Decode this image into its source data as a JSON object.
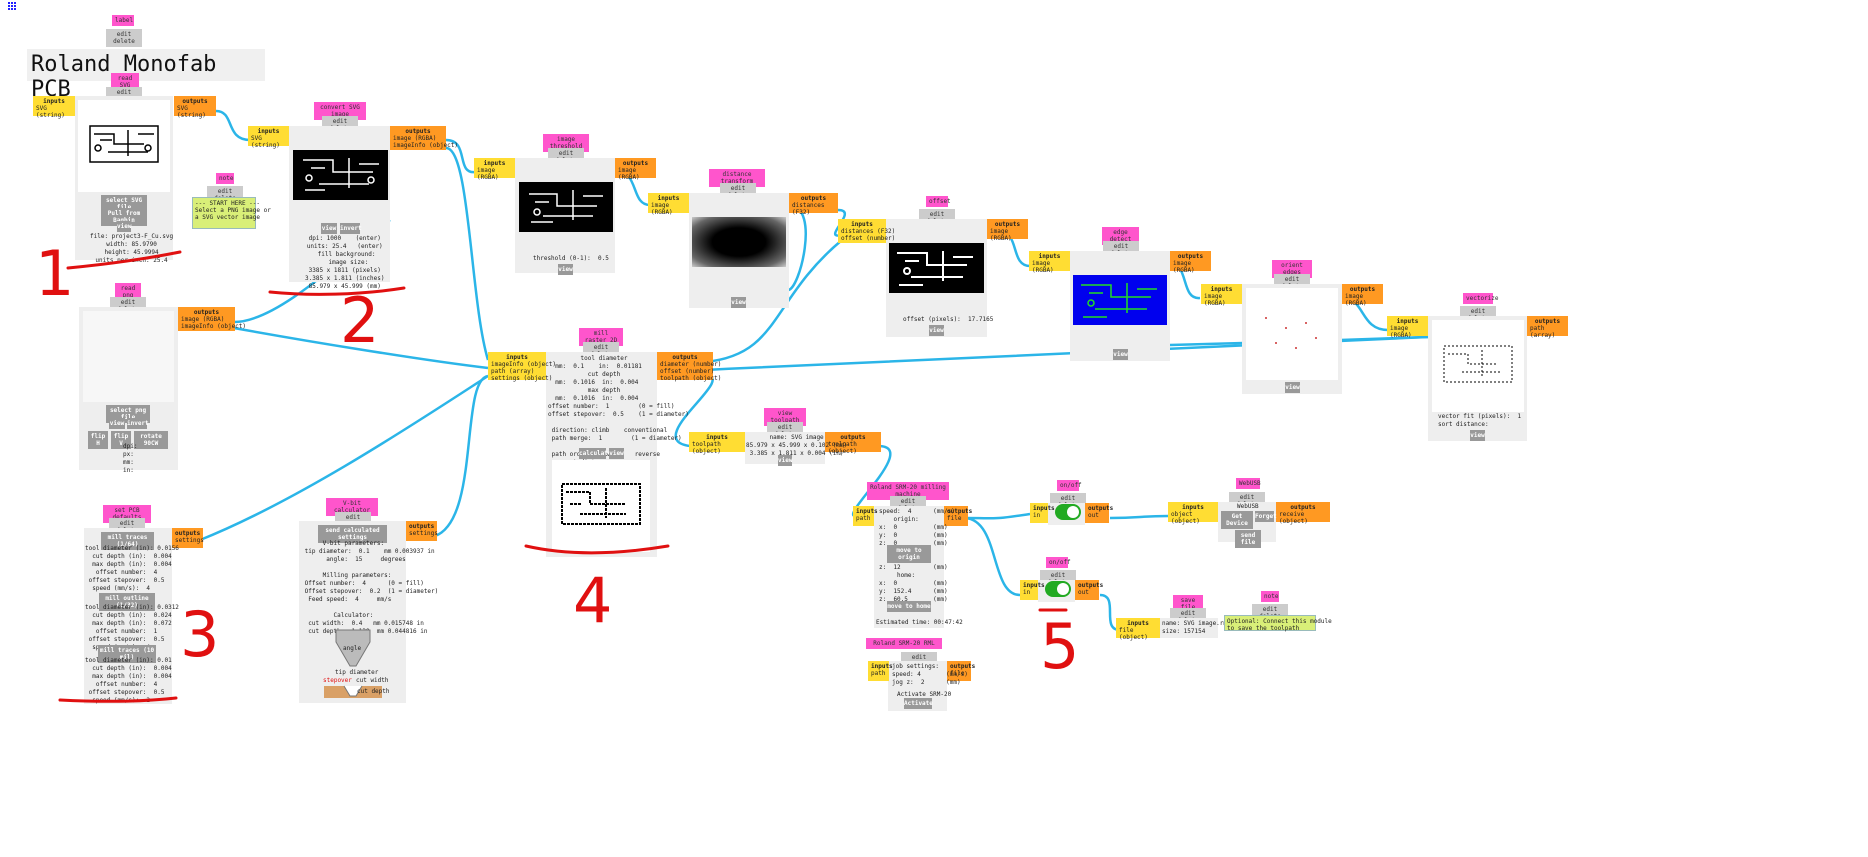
{
  "app": {
    "title": "Roland Monofab PCB"
  },
  "common": {
    "edit_delete": "edit delete",
    "inputs": "inputs",
    "outputs": "outputs"
  },
  "modules": {
    "label": {
      "tag": "label"
    },
    "read_svg": {
      "tag": "read SVG",
      "in": "SVG (string)",
      "out": "SVG (string)",
      "btn1": "select SVG file",
      "btn2": "Pull from Bagbin",
      "btn3": "view",
      "info": "file: project3-F_Cu.svg\nwidth: 85.9790\nheight: 45.9994\nunits per inch: 25.4"
    },
    "note1": {
      "tag": "note",
      "text": "--- START HERE ---\nSelect a PNG image or\na SVG vector image"
    },
    "convert_svg": {
      "tag": "convert SVG image",
      "in": "SVG (string)",
      "out": "image (RGBA)\nimageInfo (object)",
      "view": "view",
      "invert": "invert",
      "info": "dpi: 1000    (enter)\nunits: 25.4   (enter)\n fill background:\n  image size:\n3385 x 1811 (pixels)\n3.385 x 1.811 (inches)\n85.979 x 45.999 (mm)"
    },
    "read_png": {
      "tag": "read png",
      "out": "image (RGBA)\nimageInfo (object)",
      "btn1": "select png file",
      "view": "view",
      "invert": "invert",
      "flipH": "flip H",
      "flipV": "flip V",
      "rotate": "rotate 90CW",
      "info": "dpi:\npx:\nmm:\nin:"
    },
    "threshold": {
      "tag": "image threshold",
      "in": "image (RGBA)",
      "out": "image (RGBA)",
      "field": "threshold (0-1):  0.5",
      "view": "view"
    },
    "distance": {
      "tag": "distance transform",
      "in": "image (RGBA)",
      "out": "distances (F32)",
      "view": "view"
    },
    "offset": {
      "tag": "offset",
      "in": "distances (F32)\noffset (number)",
      "out": "image (RGBA)",
      "info": "offset (pixels):  17.7165",
      "view": "view"
    },
    "edge": {
      "tag": "edge detect",
      "in": "image (RGBA)",
      "out": "image (RGBA)",
      "view": "view"
    },
    "orient": {
      "tag": "orient edges",
      "in": "image (RGBA)",
      "out": "image (RGBA)",
      "view": "view"
    },
    "vectorize": {
      "tag": "vectorize",
      "in": "image (RGBA)",
      "out": "path (array)",
      "info": "vector fit (pixels):  1\nsort distance:",
      "view": "view"
    },
    "mill_raster": {
      "tag": "mill raster 2D",
      "in": "imageInfo (object)\npath (array)\nsettings (object)",
      "out": "diameter (number)\noffset (number)\ntoolpath (object)",
      "info": "         tool diameter\n  mm:  0.1    in:  0.01181\n           cut depth\n  mm:  0.1016  in:  0.004\n           max depth\n  mm:  0.1016  in:  0.004\noffset number:  1        (0 = fill)\noffset stepover:  0.5    (1 = diameter)\n\n direction: climb    conventional\n path merge:  1        (1 = diameter)\n\n path order: forward    reverse\n    sort distance:",
      "calc": "calculate",
      "view": "view"
    },
    "view_toolpath": {
      "tag": "view toolpath",
      "in": "toolpath (object)",
      "out": "toolpath (object)",
      "info": "name: SVG image\n85.979 x 45.999 x 0.102 (mm)\n3.385 x 1.811 x 0.004 (in)",
      "view": "view"
    },
    "srm20": {
      "tag": "Roland SRM-20 milling machine",
      "in": "path",
      "out": "file",
      "info": "speed:  4      (mm/s)\n    origin:\nx:  0          (mm)\ny:  0          (mm)\nz:  0          (mm)\n\n   jog height:\nz:  12         (mm)\n     home:\nx:  0          (mm)\ny:  152.4      (mm)\nz:  60.5       (mm)",
      "origin_btn": "move to origin",
      "home_btn": "move to home",
      "time": "Estimated time: 00:47:42"
    },
    "srm20_rml": {
      "tag": "Roland SRM-20 RML",
      "in": "path",
      "out": "file",
      "info": "job settings:\nspeed: 4       (mm/s)\njog z:  2      (mm)",
      "act_label": "Activate SRM-20",
      "act_btn": "Activate"
    },
    "pcb_defaults": {
      "tag": "set PCB defaults",
      "out": "settings",
      "sec1": "mill traces (1/64)",
      "sec2": "mill outline (1/32)",
      "sec3": "mill traces (10 mil)",
      "info1": "tool diameter (in): 0.0156\n  cut depth (in):  0.004\n  max depth (in):  0.004\n   offset number:  4\n offset stepover:  0.5\n  speed (mm/s):  4",
      "info2": "tool diameter (in): 0.0312\n  cut depth (in):  0.024\n  max depth (in):  0.072\n   offset number:  1\n offset stepover:  0.5\n  speed (mm/s):  4",
      "info3": "tool diameter (in): 0.01\n  cut depth (in):  0.004\n  max depth (in):  0.004\n   offset number:  4\n offset stepover:  0.5\n  speed (mm/s):  2"
    },
    "vbit": {
      "tag": "V-bit calculator",
      "out": "settings",
      "send": "send calculated settings",
      "info": "      V-bit parameters:\n tip diameter:  0.1    mm 0.003937 in\n       angle:  15     degrees\n\n      Milling parameters:\n Offset number:  4      (0 = fill)\n Offset stepover:  0.2  (1 = diameter)\n  Feed speed:  4     mm/s\n\n         Calculator:\n  cut width:  0.4   mm 0.015748 in\n  cut depth:  1.139  mm 0.044816 in",
      "angle": "angle",
      "tipd": "tip diameter",
      "stepover": "stepover",
      "cutw": "cut width",
      "cutd": "cut depth"
    },
    "onoff1": {
      "tag": "on/off",
      "in": "in",
      "out": "out"
    },
    "onoff2": {
      "tag": "on/off",
      "in": "in",
      "out": "out"
    },
    "webusb": {
      "tag": "WebUSB",
      "in": "object (object)",
      "out": "receive (object)",
      "label": "WebUSB",
      "get": "Get Device",
      "forget": "Forget",
      "send": "send file"
    },
    "save_file": {
      "tag": "save file",
      "in": "file (object)",
      "info": "name: SVG image.rml\nsize: 157154"
    },
    "note2": {
      "tag": "note",
      "text": "Optional: Connect this module\nto save the toolpath"
    }
  },
  "annotations": {
    "n1": "1",
    "n2": "2",
    "n3": "3",
    "n4": "4",
    "n5": "5"
  },
  "colors": {
    "wire": "#2bb5e8",
    "tag": "#ff55cc",
    "inputs": "#ffdd33",
    "outputs": "#ff9922",
    "annotation": "#e01010"
  }
}
